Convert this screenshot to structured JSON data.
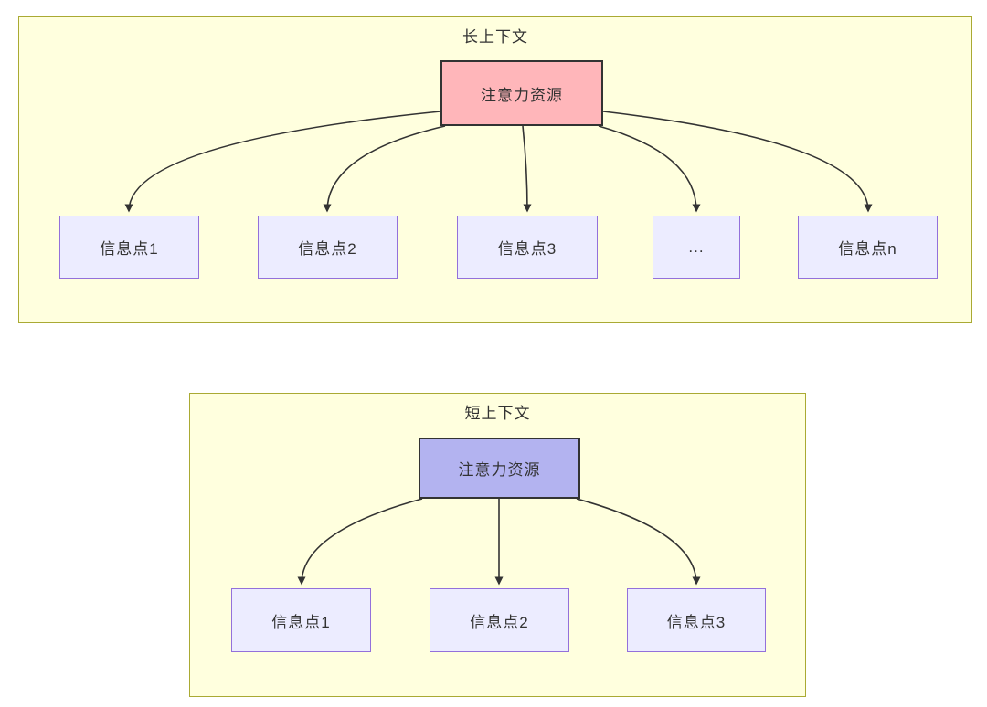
{
  "diagram": {
    "type": "flowchart",
    "colors": {
      "page_background": "#FFFFFF",
      "group_fill": "#FFFFDE",
      "group_border": "#AAAA33",
      "attention_long_fill": "#FFB6BA",
      "attention_short_fill": "#B3B3F0",
      "attention_border": "#333333",
      "info_fill": "#ECECFF",
      "info_border": "#9370DB",
      "arrow_color": "#333333",
      "text_color": "#333333"
    },
    "long_context": {
      "title": "长上下文",
      "attention_label": "注意力资源",
      "info_points": [
        "信息点1",
        "信息点2",
        "信息点3",
        "...",
        "信息点n"
      ]
    },
    "short_context": {
      "title": "短上下文",
      "attention_label": "注意力资源",
      "info_points": [
        "信息点1",
        "信息点2",
        "信息点3"
      ]
    }
  }
}
